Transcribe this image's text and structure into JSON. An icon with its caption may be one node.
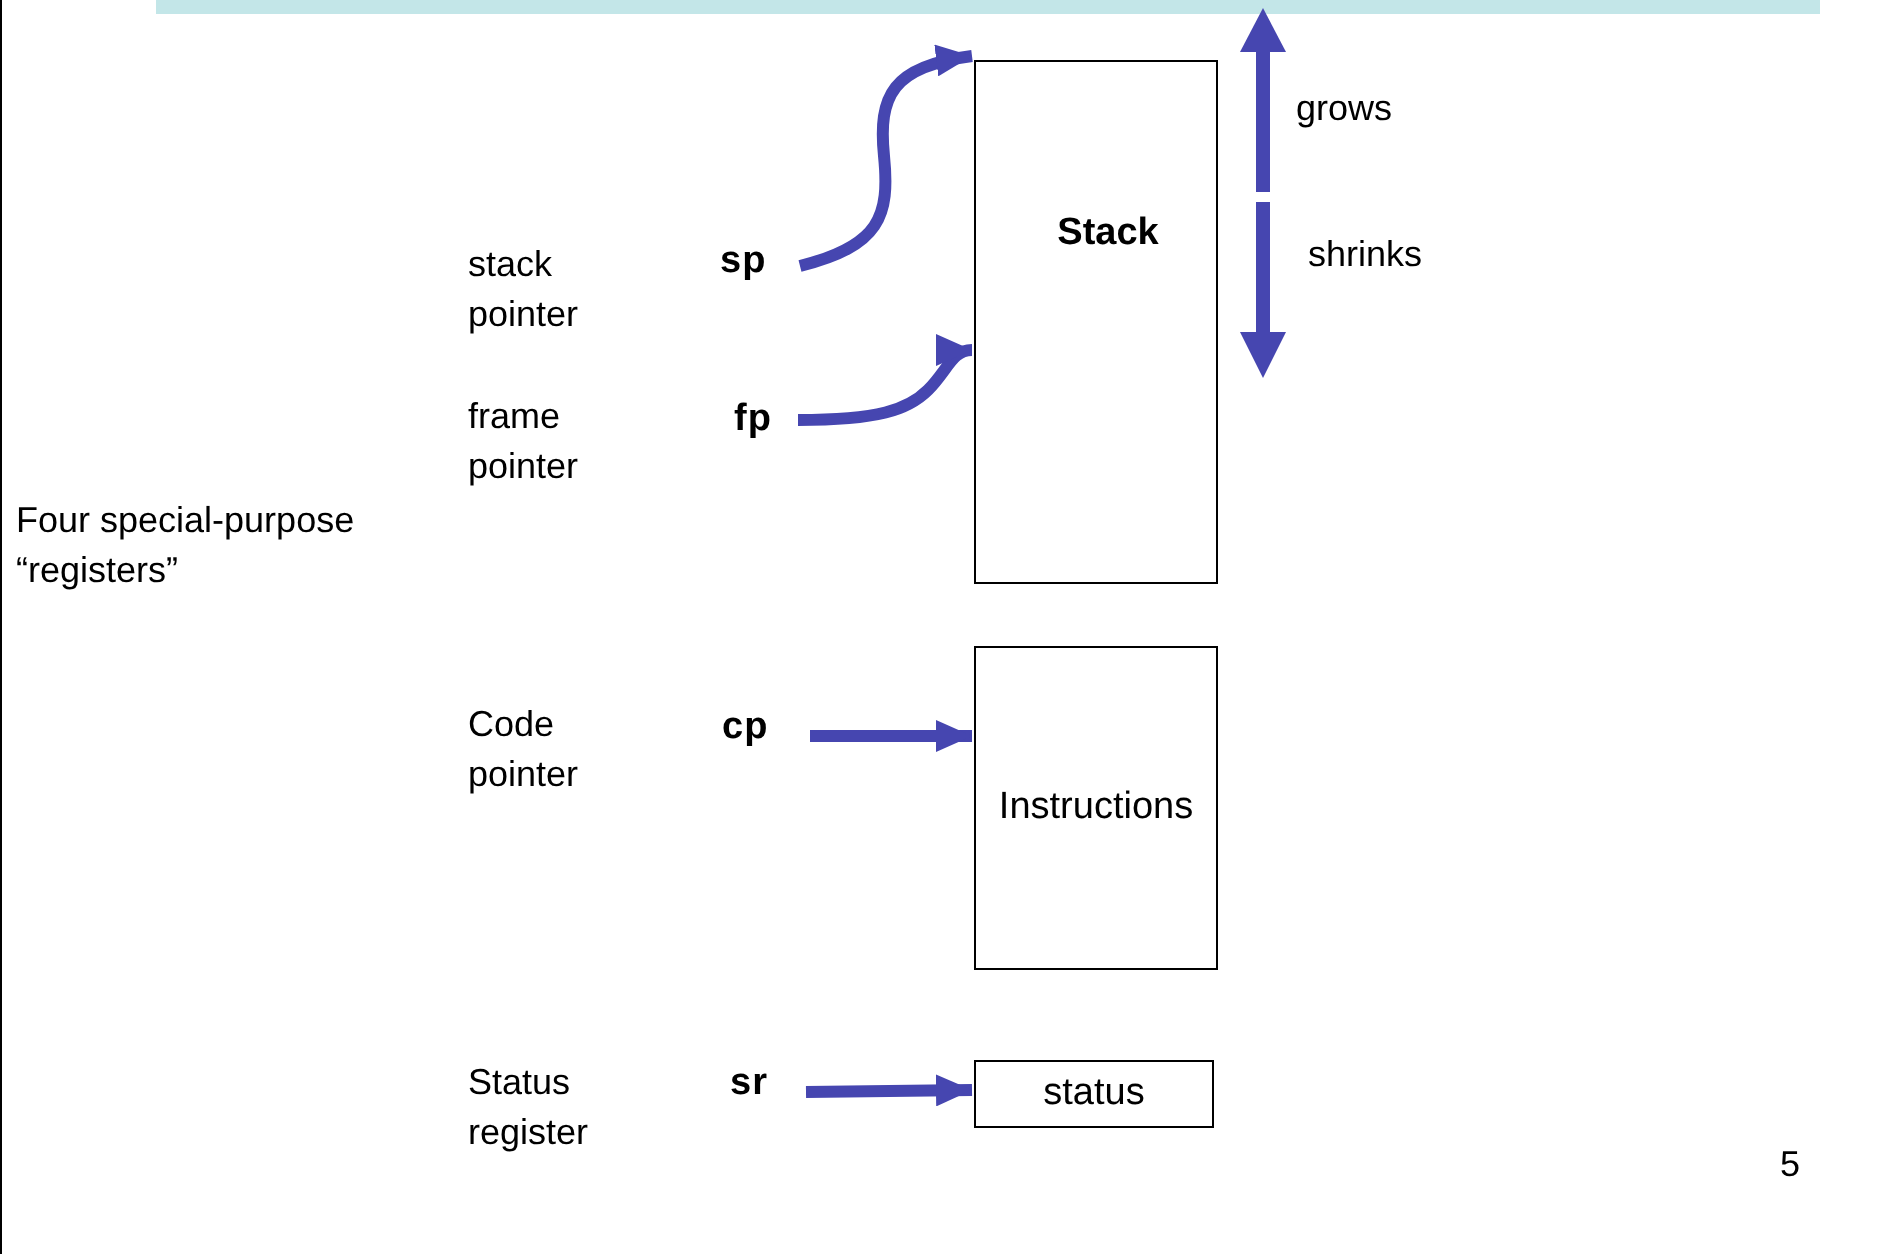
{
  "diagram": {
    "nodes": [
      {
        "text": [
          "sp"
        ]
      },
      {
        "text": [
          "fp"
        ]
      },
      {
        "text": [
          "cp"
        ]
      },
      {
        "text": [
          "sr"
        ]
      },
      {
        "text": [
          "Stack"
        ]
      },
      {
        "text": [
          "Instructions"
        ]
      },
      {
        "text": [
          "status"
        ]
      }
    ],
    "edges": [
      {
        "from": 0,
        "to": 4,
        "arrow": "to"
      },
      {
        "from": 1,
        "to": 4,
        "arrow": "to"
      },
      {
        "from": 2,
        "to": 5,
        "arrow": "to"
      },
      {
        "from": 3,
        "to": 6,
        "arrow": "to"
      }
    ],
    "labels": [
      "grows",
      "shrinks",
      "stack pointer",
      "frame pointer",
      "Four special-purpose “registers”",
      "Code pointer",
      "Status register",
      "5"
    ]
  }
}
